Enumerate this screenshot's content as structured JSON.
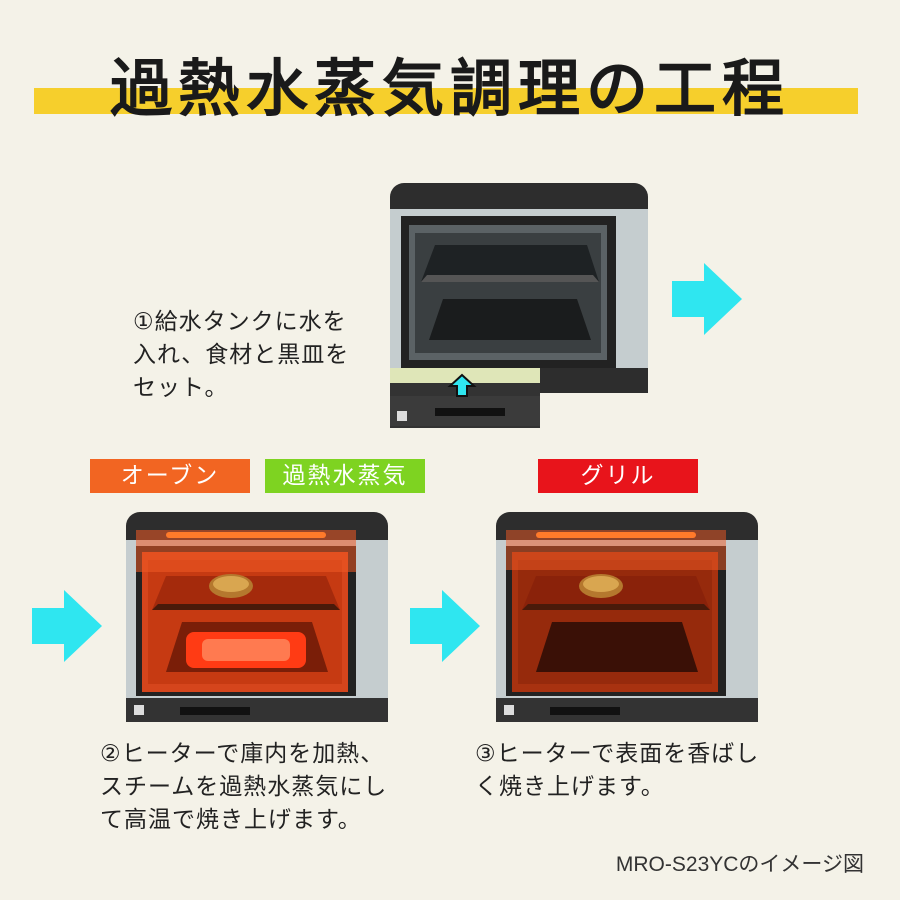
{
  "title": "過熱水蒸気調理の工程",
  "steps": [
    {
      "text": "①給水タンクに水を\n入れ、食材と黒皿を\nセット。"
    },
    {
      "text": "②ヒーターで庫内を加熱、\nスチームを過熱水蒸気にし\nて高温で焼き上げます。"
    },
    {
      "text": "③ヒーターで表面を香ばし\nく焼き上げます。"
    }
  ],
  "tags": {
    "oven": {
      "label": "オーブン",
      "color": "#f26522"
    },
    "steam": {
      "label": "過熱水蒸気",
      "color": "#7ed321"
    },
    "grill": {
      "label": "グリル",
      "color": "#e8141b"
    }
  },
  "footnote": "MRO-S23YCのイメージ図",
  "colors": {
    "title_highlight": "#f6cf2c",
    "arrow": "#2fe6f0"
  },
  "icons": [
    "right-arrow-icon",
    "up-arrow-icon"
  ]
}
